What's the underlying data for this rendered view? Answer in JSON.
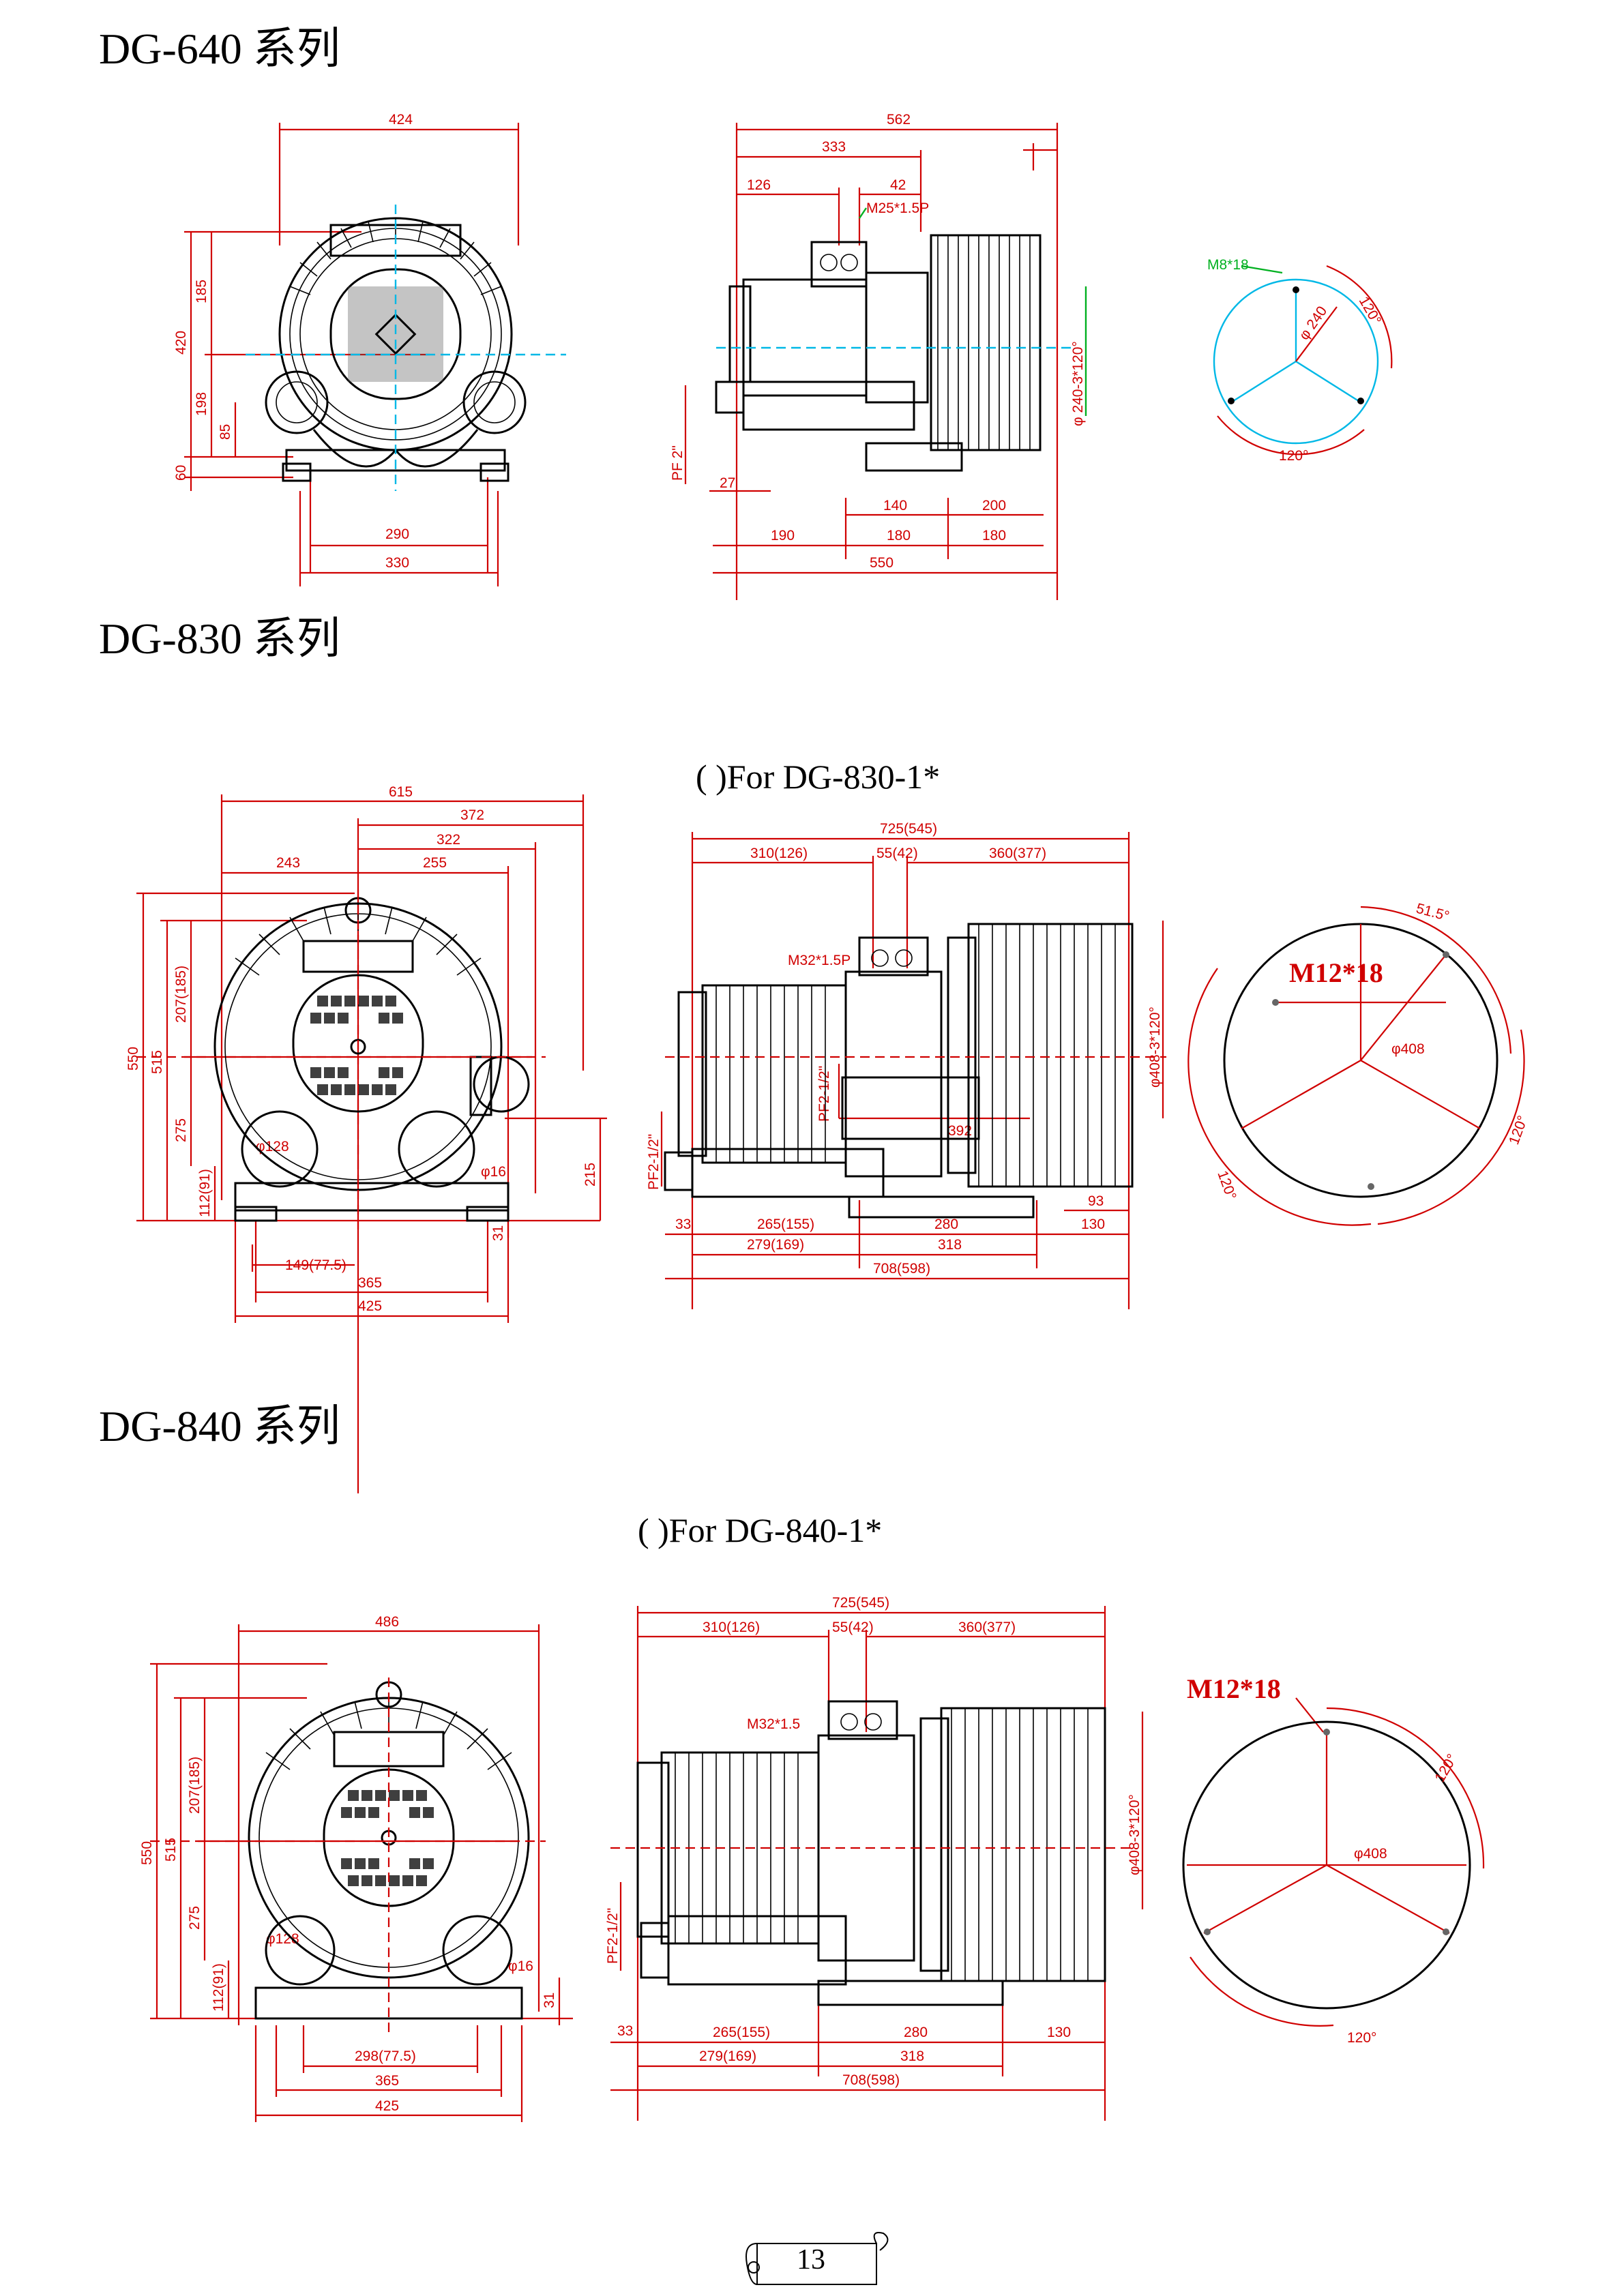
{
  "sections": [
    {
      "title": "DG-640 系列",
      "subtitle": "",
      "front": {
        "w424": "424",
        "h420": "420",
        "h185": "185",
        "h198": "198",
        "h85": "85",
        "h60": "60",
        "w290": "290",
        "w330": "330"
      },
      "side": {
        "w562": "562",
        "w333": "333",
        "w126": "126",
        "w42": "42",
        "m25": "M25*1.5P",
        "pf": "PF 2\"",
        "w27": "27",
        "w140": "140",
        "w200": "200",
        "w190": "190",
        "w180a": "180",
        "w180b": "180",
        "w550": "550",
        "flange": "φ 240-3*120°"
      },
      "flange": {
        "bolt": "M8*18",
        "dia": "φ 240",
        "a1": "120°",
        "a2": "120°"
      }
    },
    {
      "title": "DG-830 系列",
      "subtitle": "( )For DG-830-1*",
      "front": {
        "w615": "615",
        "w372": "372",
        "w322": "322",
        "w243": "243",
        "w255": "255",
        "h550": "550",
        "h515": "515",
        "h207": "207(185)",
        "h275": "275",
        "h112": "112(91)",
        "port": "φ128",
        "hole": "φ16",
        "h215": "215",
        "h31": "31",
        "w149": "149(77.5)",
        "w365": "365",
        "w425": "425"
      },
      "side": {
        "w725": "725(545)",
        "w310": "310(126)",
        "w55": "55(42)",
        "w360": "360(377)",
        "m32": "M32*1.5P",
        "pfa": "PF2-1/2\"",
        "pfb": "PF2-1/2\"",
        "w392": "392",
        "w93": "93",
        "w130": "130",
        "w33": "33",
        "w265": "265(155)",
        "w280": "280",
        "w279": "279(169)",
        "w318": "318",
        "w708": "708(598)",
        "flange": "φ408-3*120°"
      },
      "flange": {
        "bolt": "M12*18",
        "dia": "φ408",
        "a0": "51.5°",
        "a1": "120°",
        "a2": "120°"
      }
    },
    {
      "title": "DG-840 系列",
      "subtitle": "( )For DG-840-1*",
      "front": {
        "w486": "486",
        "h550": "550",
        "h515": "515",
        "h207": "207(185)",
        "h275": "275",
        "h112": "112(91)",
        "port": "φ128",
        "hole": "φ16",
        "h31": "31",
        "w298": "298(77.5)",
        "w365": "365",
        "w425": "425"
      },
      "side": {
        "w725": "725(545)",
        "w310": "310(126)",
        "w55": "55(42)",
        "w360": "360(377)",
        "m32": "M32*1.5",
        "pf": "PF2-1/2\"",
        "w33": "33",
        "w265": "265(155)",
        "w280": "280",
        "w130": "130",
        "w279": "279(169)",
        "w318": "318",
        "w708": "708(598)",
        "flange": "φ408-3*120°"
      },
      "flange": {
        "bolt": "M12*18",
        "dia": "φ408",
        "a1": "120°",
        "a2": "120°"
      }
    }
  ],
  "page_number": "13"
}
